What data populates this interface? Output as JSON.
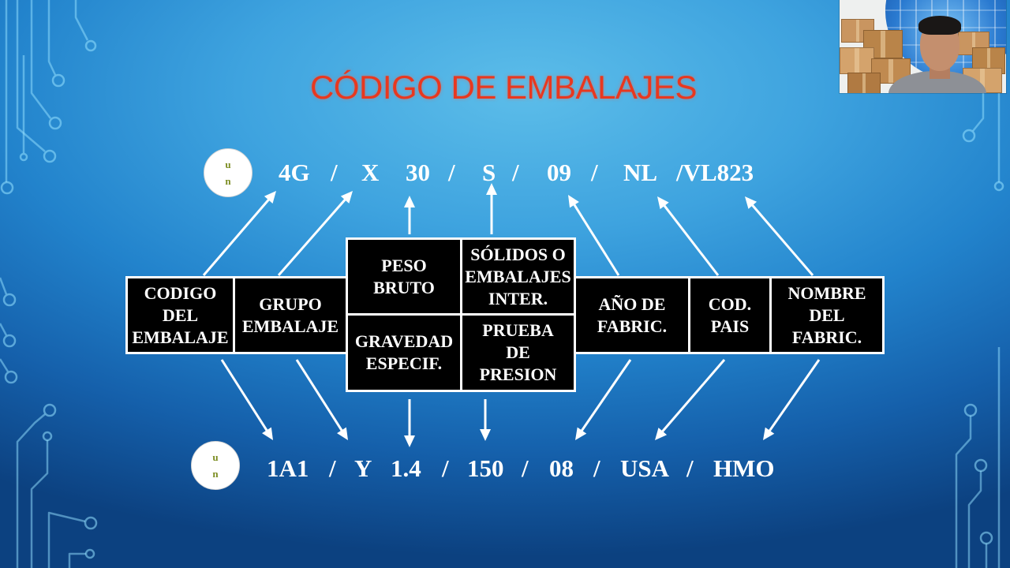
{
  "slide": {
    "title": "CÓDIGO DE EMBALAJES"
  },
  "un_symbol": {
    "line1": "u",
    "line2": "n"
  },
  "example_1": {
    "tokens": [
      "4G",
      "/",
      "X",
      "30",
      "/",
      "S",
      "/",
      "09",
      "/",
      "NL",
      "/VL823"
    ]
  },
  "example_2": {
    "tokens": [
      "1A1",
      "/",
      "Y",
      "1.4",
      "/",
      "150",
      "/",
      "08",
      "/",
      "USA",
      "/",
      "HMO"
    ]
  },
  "fields": {
    "codigo_embalaje": "CODIGO\nDEL\nEMBALAJE",
    "grupo_embalaje": "GRUPO\nEMBALAJE",
    "peso_bruto": "PESO\nBRUTO",
    "solidos_embalajes_inter": "SÓLIDOS O\nEMBALAJES\nINTER.",
    "gravedad_especif": "GRAVEDAD\nESPECIF.",
    "prueba_presion": "PRUEBA\nDE\nPRESION",
    "anio_fabric": "AÑO DE\nFABRIC.",
    "cod_pais": "COD.\nPAIS",
    "nombre_fabric": "NOMBRE\nDEL\nFABRIC."
  },
  "colors": {
    "title": "#e8381f",
    "cell_fill": "#000000",
    "cell_border": "#ffffff",
    "cell_text": "#ffffff",
    "code_text": "#ffffff",
    "arrows": "#ffffff",
    "un_letters": "#7c8d22",
    "background_light": "#5cbde9",
    "background_dark": "#0c4180"
  }
}
